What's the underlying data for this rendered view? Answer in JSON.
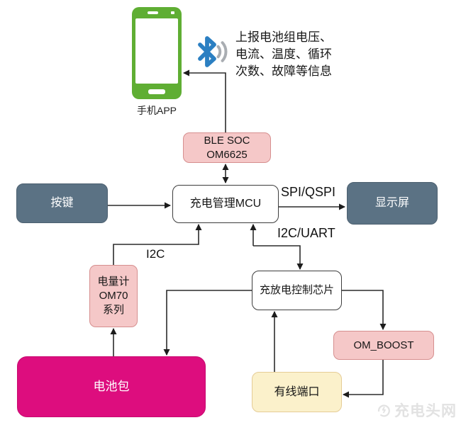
{
  "diagram": {
    "phone": {
      "label": "手机APP"
    },
    "info_text": "上报电池组电压、\n电流、温度、循环\n次数、故障等信息",
    "nodes": {
      "ble_soc": {
        "label": "BLE SOC\nOM6625"
      },
      "mcu": {
        "label": "充电管理MCU"
      },
      "button": {
        "label": "按键"
      },
      "display": {
        "label": "显示屏"
      },
      "fuel_gauge": {
        "label": "电量计\nOM70\n系列"
      },
      "charge_ctrl": {
        "label": "充放电控制芯片"
      },
      "om_boost": {
        "label": "OM_BOOST"
      },
      "wired_port": {
        "label": "有线端口"
      },
      "battery_pack": {
        "label": "电池包"
      }
    },
    "edge_labels": {
      "spi_qspi": "SPI/QSPI",
      "i2c_uart": "I2C/UART",
      "i2c": "I2C"
    },
    "watermark": "充电头网",
    "colors": {
      "pink_fill": "#f5c8c8",
      "pink_border": "#d68f8f",
      "slate_fill": "#5b7284",
      "magenta_fill": "#dd0d7e",
      "yellow_fill": "#fbf1cb",
      "yellow_border": "#e5cc96",
      "phone_green": "#5fae33",
      "bluetooth_blue": "#2b7fc2",
      "line_color": "#1c1c1c"
    }
  }
}
